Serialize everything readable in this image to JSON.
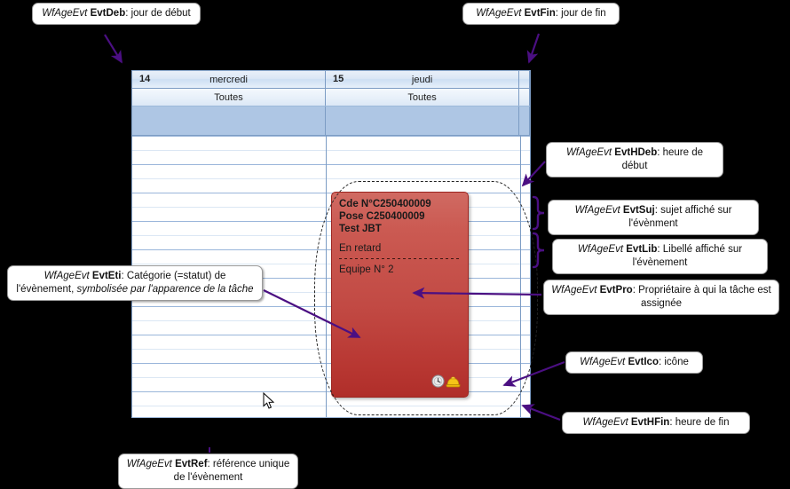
{
  "calendar": {
    "columns": [
      {
        "daynum": "14",
        "dayname": "mercredi",
        "allday_label": "Toutes"
      },
      {
        "daynum": "15",
        "dayname": "jeudi",
        "allday_label": "Toutes"
      },
      {
        "daynum": "",
        "dayname": "",
        "allday_label": ""
      }
    ],
    "grid_color": "#9ab6da",
    "allday_band_color": "#aec6e4"
  },
  "event_card": {
    "reference": "Cde N°C250400009",
    "subject": "Pose C250400009",
    "label": "Test JBT",
    "status": "En retard",
    "owner": "Equipe N° 2",
    "category_color": "#c24a44",
    "icons": [
      "clock-icon",
      "hardhat-icon"
    ]
  },
  "callouts": {
    "evtdeb": {
      "field": "WfAgeEvt",
      "code": "EvtDeb",
      "text": ": jour de début"
    },
    "evtfin": {
      "field": "WfAgeEvt",
      "code": "EvtFin",
      "text": ": jour de fin"
    },
    "evthdeb": {
      "field": "WfAgeEvt",
      "code": "EvtHDeb",
      "text": ": heure de début"
    },
    "evtsuj": {
      "field": "WfAgeEvt",
      "code": "EvtSuj",
      "text": ": sujet affiché sur l'évènment"
    },
    "evtlib": {
      "field": "WfAgeEvt",
      "code": "EvtLib",
      "text": ": Libellé affiché sur l'évènement"
    },
    "evtpro": {
      "field": "WfAgeEvt",
      "code": "EvtPro",
      "text": ": Propriétaire à qui la tâche est assignée"
    },
    "evtico": {
      "field": "WfAgeEvt",
      "code": "EvtIco",
      "text": ": icône"
    },
    "evthfin": {
      "field": "WfAgeEvt",
      "code": "EvtHFin",
      "text": ": heure de fin"
    },
    "evteti": {
      "field": "WfAgeEvt",
      "code": "EvtEti",
      "text": ": Catégorie (=statut)  de l'évènement, ",
      "emphasis": "symbolisée par l'apparence de la tâche"
    },
    "evtref": {
      "field": "WfAgeEvt",
      "code": "EvtRef",
      "text": ": référence unique de l'évènement"
    }
  },
  "annotation_color": "#4b0f82"
}
